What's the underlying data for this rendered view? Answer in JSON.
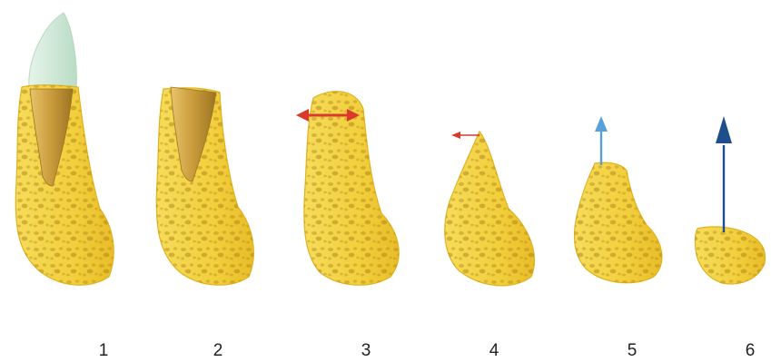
{
  "stages": [
    {
      "label": "1",
      "has_crown": true,
      "has_root_canal": true
    },
    {
      "label": "2",
      "has_crown": false,
      "has_root_canal": true
    },
    {
      "label": "3",
      "arrow": "horizontal",
      "arrow_color": "#d93a2b"
    },
    {
      "label": "4",
      "arrow": "horizontal-left",
      "arrow_color": "#d93a2b"
    },
    {
      "label": "5",
      "arrow": "vertical",
      "arrow_color": "#5aa0d8"
    },
    {
      "label": "6",
      "arrow": "vertical",
      "arrow_color": "#1f4f8a"
    }
  ],
  "colors": {
    "bone_fill": "#f2cf3c",
    "bone_edge": "#e0b320",
    "bone_pores": "#b58a1a",
    "enamel": "#cfe8d6",
    "root_canal": "#c89a3a",
    "background": "#ffffff"
  }
}
